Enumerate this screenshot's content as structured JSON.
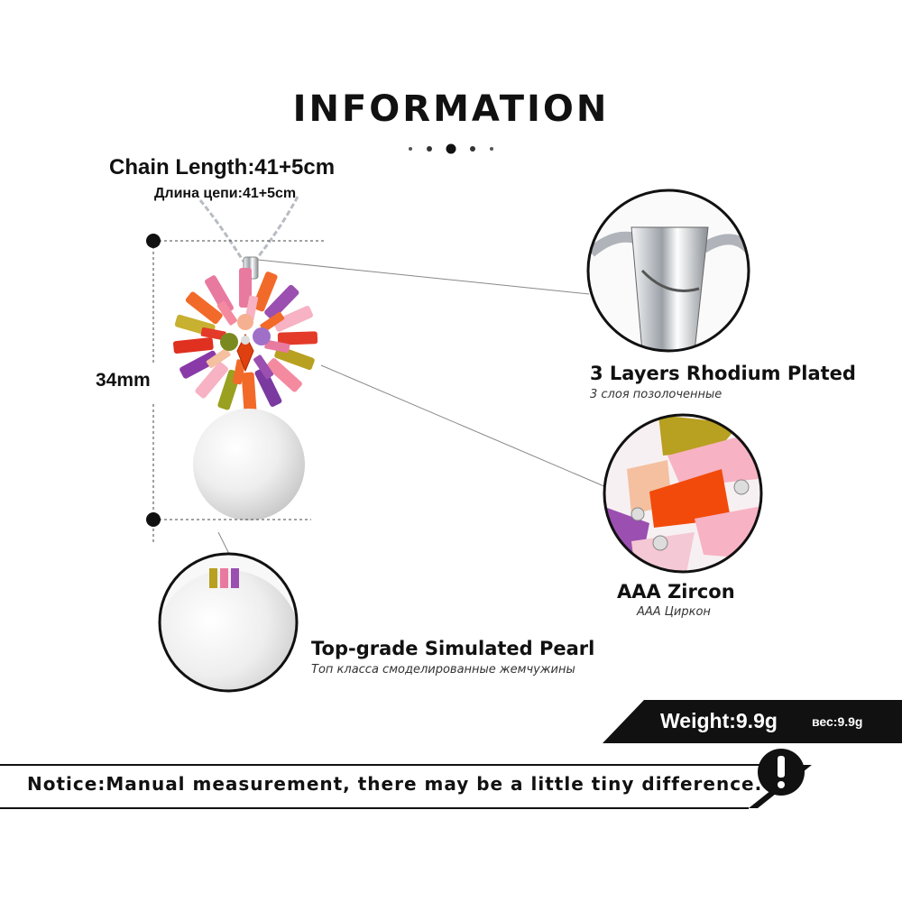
{
  "title": "INFORMATION",
  "chain": {
    "length_en": "Chain Length:41+5cm",
    "length_ru": "Длина цепи:41+5cm"
  },
  "dimension": {
    "height": "34mm"
  },
  "features": [
    {
      "en": "3 Layers Rhodium Plated",
      "ru": "3 слоя позолоченные"
    },
    {
      "en": "AAA  Zircon",
      "ru": "AAA Циркон"
    },
    {
      "en": "Top-grade  Simulated  Pearl",
      "ru": "Топ класса смоделированные жемчужины"
    }
  ],
  "weight": {
    "en": "Weight:9.9g",
    "ru": "вес:9.9g"
  },
  "notice": {
    "text": "Notice:Manual measurement, there may be a little tiny difference.",
    "icon": "exclamation-icon"
  },
  "colors": {
    "accent": "#111111",
    "background": "#ffffff",
    "pearl": "#f2f2f2",
    "silver": "#c9ccd0"
  }
}
